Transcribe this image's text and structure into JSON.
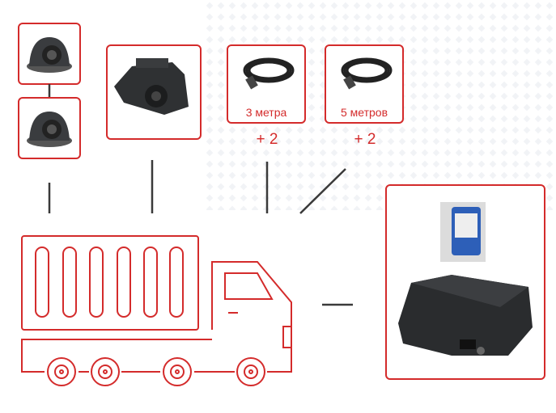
{
  "cables": [
    {
      "label": "3 метра",
      "qty": "+ 2"
    },
    {
      "label": "5 метров",
      "qty": "+ 2"
    }
  ],
  "colors": {
    "accent": "#d42b2b",
    "device": "#2a2c2e"
  },
  "icons": [
    "dome-camera-icon",
    "dashcam-icon",
    "cable-icon",
    "hard-drive-icon",
    "dvr-icon",
    "truck-icon"
  ]
}
